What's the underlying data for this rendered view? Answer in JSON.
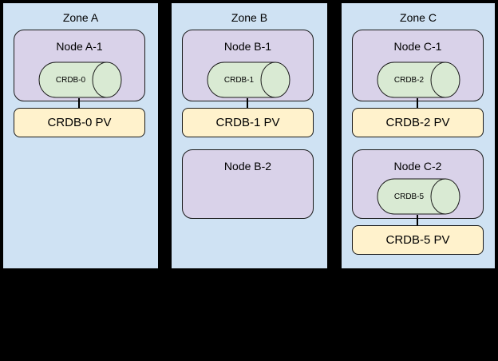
{
  "colors": {
    "background": "#000000",
    "zone_fill": "#cfe2f3",
    "node_fill": "#d9d2e9",
    "cylinder_fill": "#d9ead3",
    "pv_fill": "#fff2cc",
    "border": "#1a1a1a",
    "text": "#000000"
  },
  "zones": [
    {
      "title": "Zone A",
      "nodes": [
        {
          "label": "Node A-1",
          "pod": {
            "label": "CRDB-0"
          }
        }
      ],
      "pvs": [
        "CRDB-0 PV"
      ]
    },
    {
      "title": "Zone B",
      "nodes": [
        {
          "label": "Node B-1",
          "pod": {
            "label": "CRDB-1"
          }
        },
        {
          "label": "Node B-2"
        }
      ],
      "pvs": [
        "CRDB-1 PV"
      ]
    },
    {
      "title": "Zone C",
      "nodes": [
        {
          "label": "Node C-1",
          "pod": {
            "label": "CRDB-2"
          }
        },
        {
          "label": "Node C-2",
          "pod": {
            "label": "CRDB-5"
          }
        }
      ],
      "pvs": [
        "CRDB-2 PV",
        "CRDB-5 PV"
      ]
    }
  ]
}
